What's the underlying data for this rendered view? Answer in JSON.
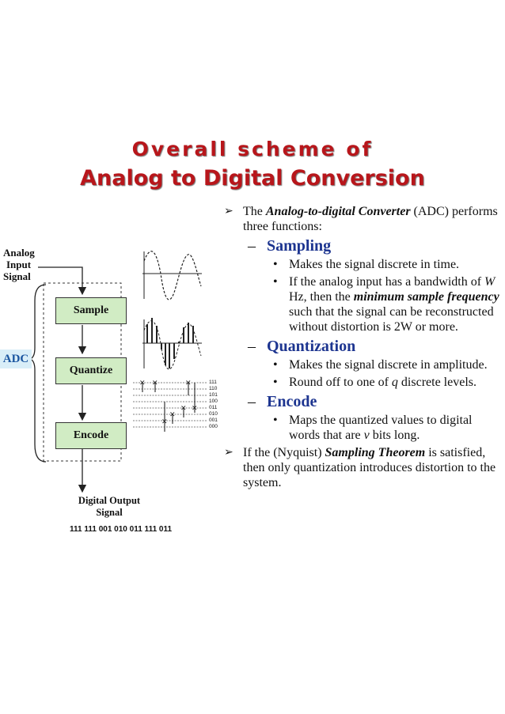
{
  "title": {
    "line1": "Overall scheme of",
    "line2": "Analog to Digital Conversion"
  },
  "diagram": {
    "input_label": [
      "Analog",
      "Input",
      "Signal"
    ],
    "adc_label": "ADC",
    "blocks": [
      "Sample",
      "Quantize",
      "Encode"
    ],
    "output_label": [
      "Digital Output",
      "Signal"
    ],
    "output_bits": "111 111 001 010 011 111 011",
    "levels": [
      "111",
      "110",
      "101",
      "100",
      "011",
      "010",
      "001",
      "000"
    ]
  },
  "text": {
    "intro_pre": "The ",
    "intro_em": "Analog-to-digital Converter",
    "intro_post": " (ADC) performs three functions:",
    "sampling": {
      "heading": "Sampling",
      "b1": "Makes the signal discrete in time.",
      "b2_pre": "If the analog input has a bandwidth of ",
      "b2_w": "W",
      "b2_mid": " Hz, then the ",
      "b2_bold": "minimum sample frequency",
      "b2_post": " such that the signal can be reconstructed without distortion is 2W or more."
    },
    "quantization": {
      "heading": "Quantization",
      "b1": "Makes the signal discrete in amplitude.",
      "b2_pre": "Round off to one of ",
      "b2_q": "q",
      "b2_post": " discrete levels."
    },
    "encode": {
      "heading": "Encode",
      "b1_pre": "Maps the quantized values to digital words that are ",
      "b1_v": "ν",
      "b1_post": " bits long."
    },
    "nyquist_pre": "If the (Nyquist) ",
    "nyquist_bold": "Sampling Theorem",
    "nyquist_post": " is satisfied, then only quantization introduces distortion to the system."
  }
}
